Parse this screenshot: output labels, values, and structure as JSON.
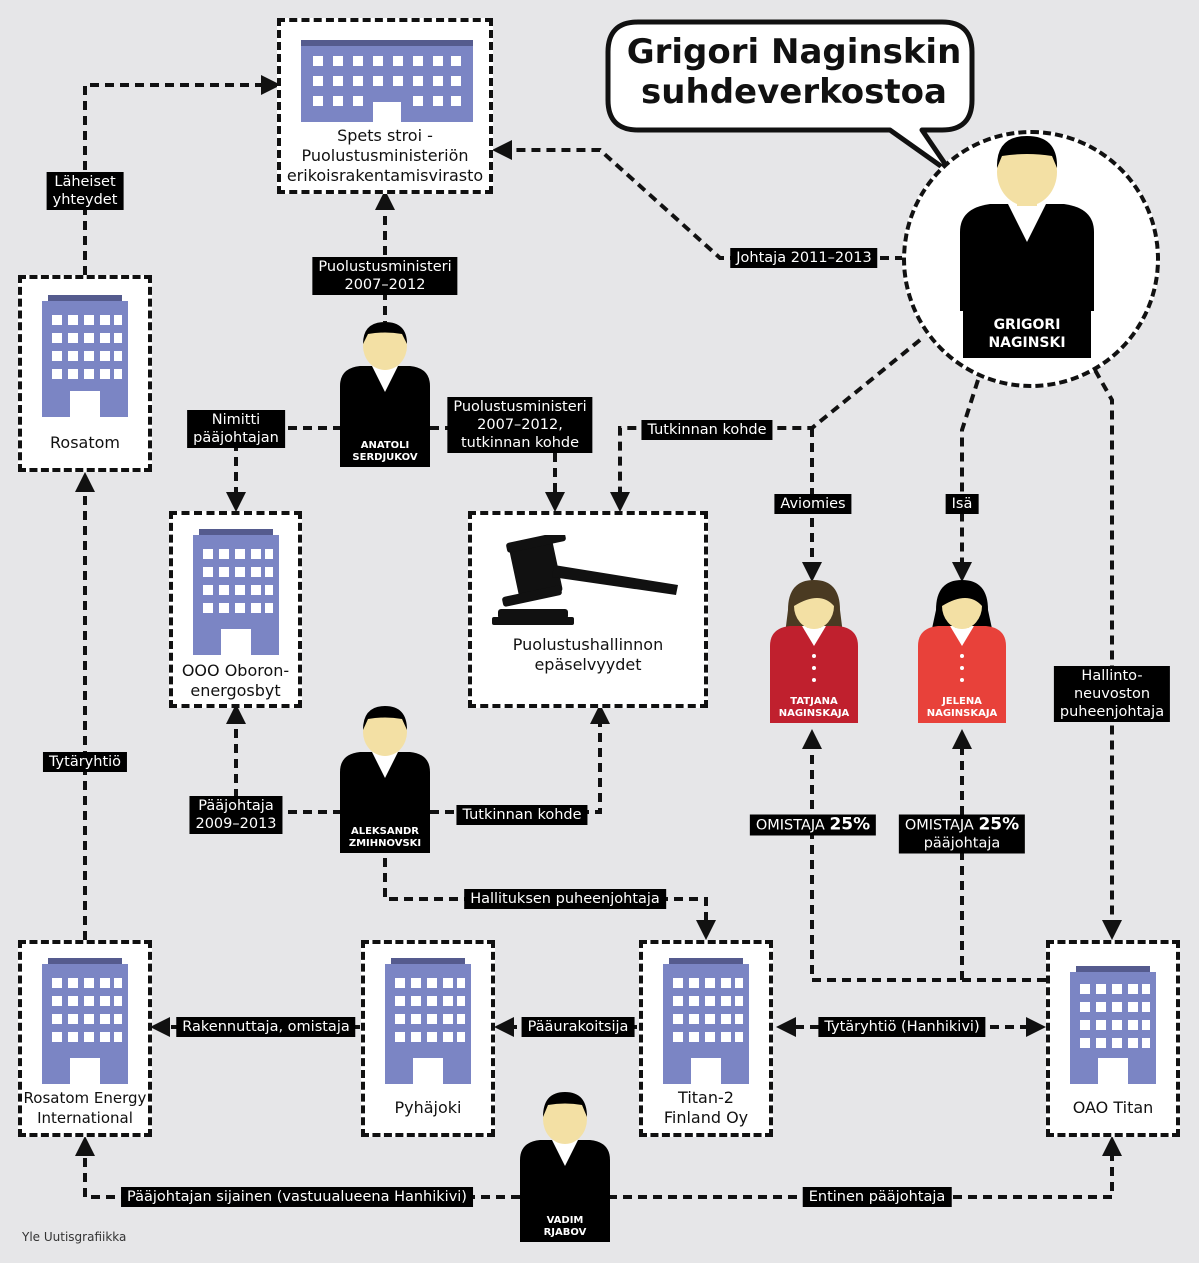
{
  "title": "Grigori Naginskin\nsuhdeverkostoa",
  "credit": "Yle Uutisgrafiikka",
  "entities": {
    "spets_stroi": "Spets stroi -\nPuolustusministeriön\nerikoisrakentamisvirasto",
    "rosatom": "Rosatom",
    "oboron": "OOO Oboron-\nenergosbyt",
    "puolustushallinto": "Puolustushallinnon\nepäselvyydet",
    "rosatom_energy": "Rosatom Energy\nInternational",
    "pyhajoki": "Pyhäjoki",
    "titan2": "Titan-2\nFinland Oy",
    "oao_titan": "OAO Titan"
  },
  "people": {
    "naginski": "GRIGORI\nNAGINSKI",
    "serdjukov": "ANATOLI\nSERDJUKOV",
    "zmihnovski": "ALEKSANDR\nZMIHNOVSKI",
    "tatjana": "TATJANA\nNAGINSKAJA",
    "jelena": "JELENA\nNAGINSKAJA",
    "rjabov": "VADIM\nRJABOV"
  },
  "labels": {
    "laheiset": "Läheiset\nyhteydet",
    "puolustusministeri": "Puolustusministeri\n2007–2012",
    "johtaja": "Johtaja 2011–2013",
    "nimitti": "Nimitti\npääjohtajan",
    "pm_tutkinta": "Puolustusministeri\n2007–2012,\ntutkinnan kohde",
    "tutkinnan_kohde_1": "Tutkinnan kohde",
    "aviomies": "Aviomies",
    "isa": "Isä",
    "hallintoneuvosto": "Hallinto-\nneuvoston\npuheenjohtaja",
    "tytaryhtio": "Tytäryhtiö",
    "paajohtaja_2009": "Pääjohtaja\n2009–2013",
    "tutkinnan_kohde_2": "Tutkinnan kohde",
    "omistaja_1_prefix": "OMISTAJA ",
    "omistaja_1_pct": "25%",
    "omistaja_2_prefix": "OMISTAJA ",
    "omistaja_2_pct": "25%",
    "omistaja_2_sub": "pääjohtaja",
    "hallituksen": "Hallituksen puheenjohtaja",
    "rakennuttaja": "Rakennuttaja, omistaja",
    "paaurakoitsija": "Pääurakoitsija",
    "tytaryhtio_hanhikivi": "Tytäryhtiö (Hanhikivi)",
    "sijainen": "Pääjohtajan sijainen (vastuualueena Hanhikivi)",
    "entinen": "Entinen pääjohtaja"
  },
  "colors": {
    "building": "#7b85c4",
    "building_window": "#ffffff",
    "skin": "#f3e0a4",
    "suit": "#000000",
    "red_dark": "#c0202e",
    "red_light": "#e8413a",
    "background": "#e6e6e8"
  }
}
